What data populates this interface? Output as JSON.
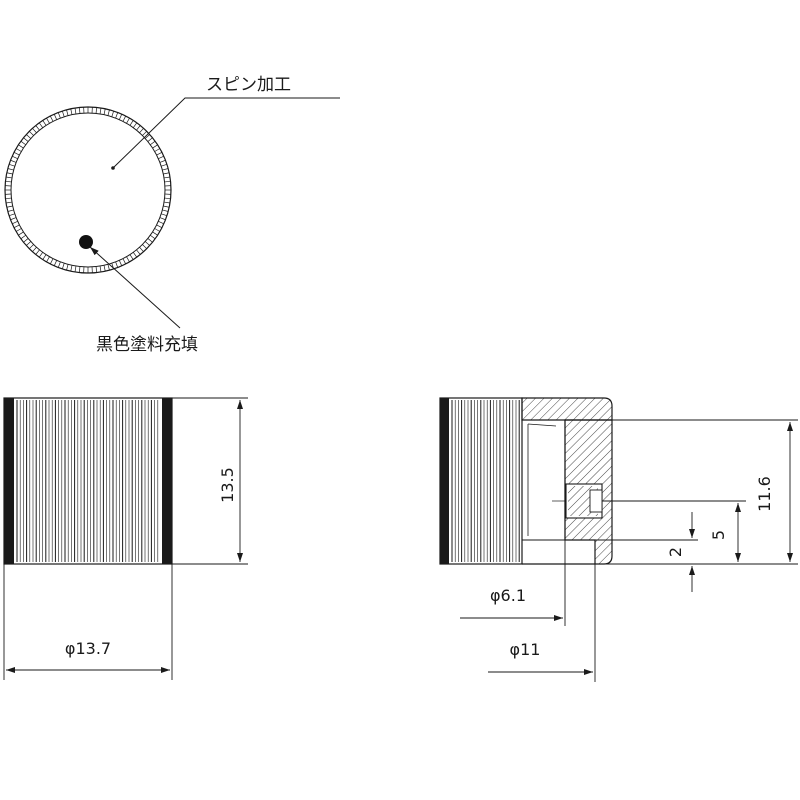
{
  "annotations": {
    "spin_finish": "スピン加工",
    "black_paint_fill": "黒色塗料充填"
  },
  "dimensions": {
    "height_left": "13.5",
    "diameter_outer_left": "φ13.7",
    "height_total": "11.6",
    "depth_5": "5",
    "depth_2": "2",
    "diameter_bore": "φ6.1",
    "diameter_body": "φ11"
  },
  "colors": {
    "line": "#1a1a1a",
    "paint_dot": "#111111"
  }
}
